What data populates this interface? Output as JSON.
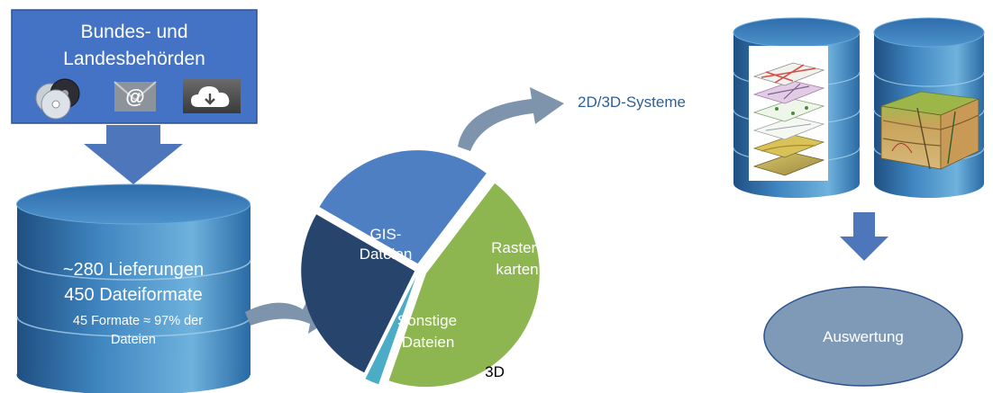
{
  "colors": {
    "box_fill": "#4472c4",
    "arrow_fill": "#4e76bb",
    "cylinder_body": "#3f85c0",
    "cylinder_light": "#6fb2dd",
    "cylinder_dark": "#1f4f82",
    "pie_gis": "#4e7fc3",
    "pie_raster": "#8db650",
    "pie_other": "#27446d",
    "pie_3d": "#4aacc5",
    "curved_arrow": "#7d94ac",
    "ellipse_fill": "#7f9ab6",
    "label_blue": "#2f5f96"
  },
  "source": {
    "line1": "Bundes- und",
    "line2": "Landesbehörden",
    "icons": [
      "disc-icon",
      "email-icon",
      "cloud-download-icon"
    ]
  },
  "database": {
    "line1": "~280 Lieferungen",
    "line2": "450 Dateiformate",
    "line3": "45 Formate ≈ 97% der",
    "line4": "Dateien"
  },
  "chart_data": {
    "type": "pie",
    "slices": [
      {
        "name": "GIS-Dateien",
        "label_lines": [
          "GIS-",
          "Dateien"
        ],
        "value": 27
      },
      {
        "name": "Rasterkarten",
        "label_lines": [
          "Raster-",
          "karten"
        ],
        "value": 45
      },
      {
        "name": "Sonstige Dateien",
        "label_lines": [
          "Sonstige",
          "Dateien"
        ],
        "value": 26
      },
      {
        "name": "3D",
        "label_lines": [
          "3D"
        ],
        "value": 2
      }
    ]
  },
  "systems_label": "2D/3D-Systeme",
  "analysis_label": "Auswertung"
}
